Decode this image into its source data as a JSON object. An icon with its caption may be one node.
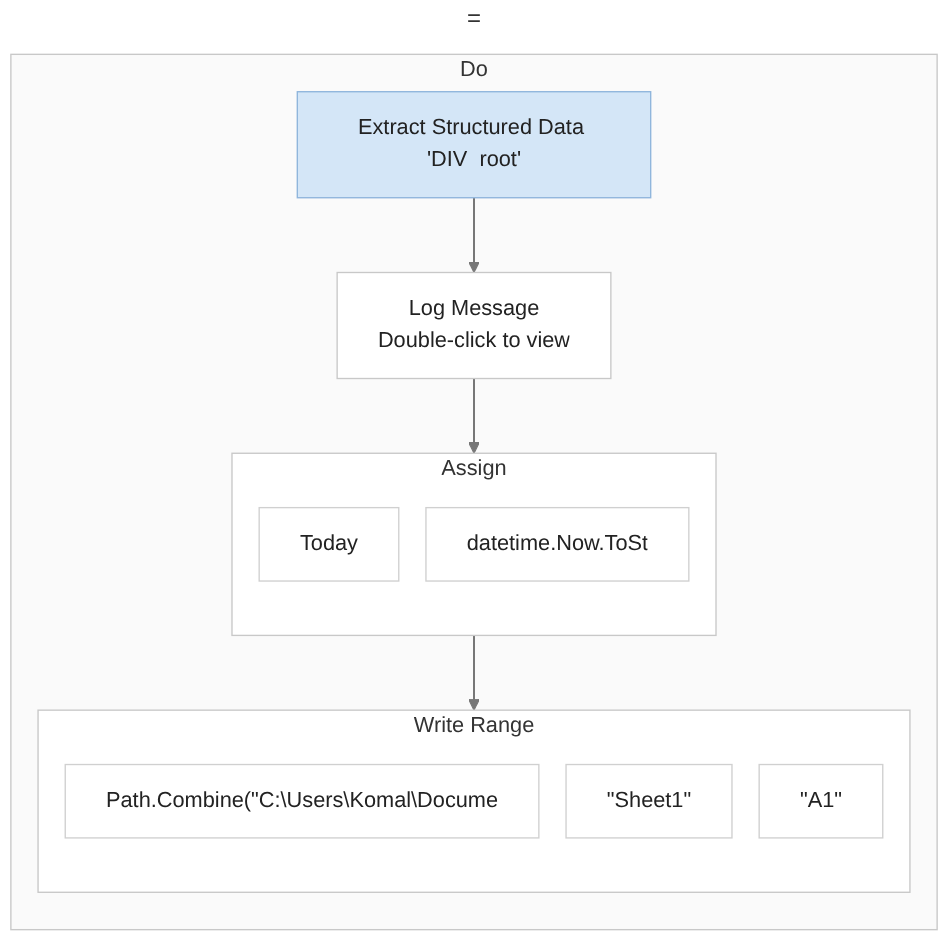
{
  "diagram": {
    "nodes": [
      {
        "text": [
          "Do"
        ]
      },
      {
        "text": [
          "Extract Structured Data 'DIV  root'"
        ],
        "in": 0
      },
      {
        "text": [
          "Log Message",
          "Double-click to view"
        ],
        "in": 0
      },
      {
        "text": [
          "Assign"
        ],
        "in": 0
      },
      {
        "text": [
          "Today"
        ],
        "in": 3
      },
      {
        "text": [
          "datetime.Now.ToSt"
        ],
        "in": 3
      },
      {
        "text": [
          "Write Range"
        ],
        "in": 0
      },
      {
        "text": [
          "Path.Combine(\"C:\\Users\\Komal\\Docume"
        ],
        "in": 6
      },
      {
        "text": [
          "\"Sheet1\""
        ],
        "in": 6
      },
      {
        "text": [
          "\"A1\""
        ],
        "in": 6
      }
    ],
    "edges": [
      {
        "from": 1,
        "to": 2,
        "arrow": "to"
      },
      {
        "from": 2,
        "to": 3,
        "arrow": "to"
      },
      {
        "from": 3,
        "to": 6,
        "arrow": "to"
      }
    ],
    "labels": [
      "="
    ]
  }
}
